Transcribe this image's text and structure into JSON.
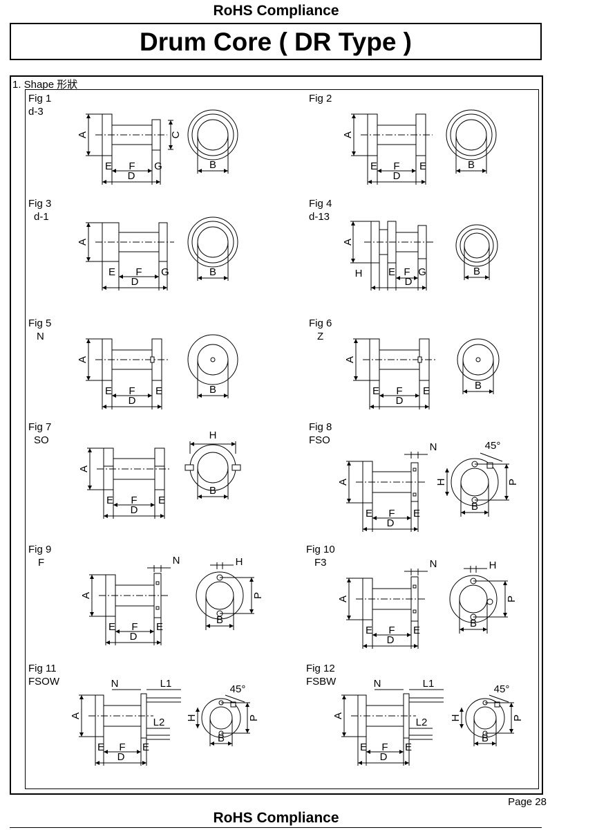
{
  "header": {
    "compliance": "RoHS Compliance",
    "title": "Drum Core ( DR Type )"
  },
  "section": {
    "title": "1. Shape 形狀"
  },
  "figures": [
    {
      "name": "Fig 1",
      "code": "d-3",
      "labels": {
        "a": "A",
        "c": "C",
        "e": "E",
        "f": "F",
        "g": "G",
        "d": "D",
        "b": "B"
      }
    },
    {
      "name": "Fig 2",
      "code": "",
      "labels": {
        "a": "A",
        "e": "E",
        "f": "F",
        "e2": "E",
        "d": "D",
        "b": "B"
      }
    },
    {
      "name": "Fig 3",
      "code": "d-1",
      "labels": {
        "a": "A",
        "e": "E",
        "f": "F",
        "g": "G",
        "d": "D",
        "b": "B"
      }
    },
    {
      "name": "Fig 4",
      "code": "d-13",
      "labels": {
        "a": "A",
        "h": "H",
        "e": "E",
        "f": "F",
        "g": "G",
        "d": "D",
        "b": "B"
      }
    },
    {
      "name": "Fig 5",
      "code": "N",
      "labels": {
        "a": "A",
        "e": "E",
        "f": "F",
        "e2": "E",
        "d": "D",
        "b": "B"
      }
    },
    {
      "name": "Fig 6",
      "code": "Z",
      "labels": {
        "a": "A",
        "e": "E",
        "f": "F",
        "e2": "E",
        "d": "D",
        "b": "B"
      }
    },
    {
      "name": "Fig 7",
      "code": "SO",
      "labels": {
        "a": "A",
        "e": "E",
        "f": "F",
        "e2": "E",
        "d": "D",
        "b": "B",
        "h": "H"
      }
    },
    {
      "name": "Fig 8",
      "code": "FSO",
      "labels": {
        "a": "A",
        "e": "E",
        "f": "F",
        "e2": "E",
        "d": "D",
        "b": "B",
        "n": "N",
        "h": "H",
        "p": "P",
        "angle": "45°"
      }
    },
    {
      "name": "Fig 9",
      "code": "F",
      "labels": {
        "a": "A",
        "e": "E",
        "f": "F",
        "e2": "E",
        "d": "D",
        "b": "B",
        "n": "N",
        "h": "H",
        "p": "P"
      }
    },
    {
      "name": "Fig 10",
      "code": "F3",
      "labels": {
        "a": "A",
        "e": "E",
        "f": "F",
        "e2": "E",
        "d": "D",
        "b": "B",
        "n": "N",
        "h": "H",
        "p": "P"
      }
    },
    {
      "name": "Fig 11",
      "code": "FSOW",
      "labels": {
        "a": "A",
        "e": "E",
        "f": "F",
        "e2": "E",
        "d": "D",
        "b": "B",
        "n": "N",
        "l1": "L1",
        "l2": "L2",
        "h": "H",
        "p": "P",
        "angle": "45°"
      }
    },
    {
      "name": "Fig 12",
      "code": "FSBW",
      "labels": {
        "a": "A",
        "e": "E",
        "f": "F",
        "e2": "E",
        "d": "D",
        "b": "B",
        "n": "N",
        "l1": "L1",
        "l2": "L2",
        "h": "H",
        "p": "P",
        "angle": "45°"
      }
    }
  ],
  "page": {
    "number": "Page 28"
  },
  "footer": {
    "compliance": "RoHS Compliance"
  }
}
